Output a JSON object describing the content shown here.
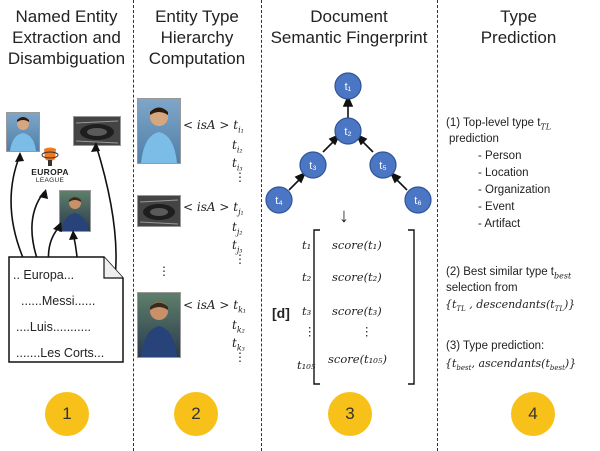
{
  "columns": [
    {
      "title_l1": "Named Entity",
      "title_l2": "Extraction and",
      "title_l3": "Disambiguation",
      "badge": "1"
    },
    {
      "title_l1": "Entity Type",
      "title_l2": "Hierarchy",
      "title_l3": "Computation",
      "badge": "2"
    },
    {
      "title_l1": "Document",
      "title_l2": "Semantic Fingerprint",
      "badge": "3"
    },
    {
      "title_l1": "Type",
      "title_l2": "Prediction",
      "badge": "4"
    }
  ],
  "col1": {
    "logo_l1": "EUROPA",
    "logo_l2": "LEAGUE",
    "doc_lines": [
      ".. Europa...",
      "......Messi......",
      "....Luis...........",
      ".......Les Corts..."
    ]
  },
  "col2": {
    "groups": [
      {
        "isa": "< isA >",
        "head": "t",
        "head_sub": "i₁",
        "subs": [
          "i₂",
          "i₃"
        ]
      },
      {
        "isa": "< isA >",
        "head": "t",
        "head_sub": "j₁",
        "subs": [
          "j₂",
          "j₃"
        ]
      },
      {
        "isa": "< isA >",
        "head": "t",
        "head_sub": "k₁",
        "subs": [
          "k₂",
          "k₃"
        ]
      }
    ],
    "t_symbol": "t",
    "dots": "⋮"
  },
  "col3": {
    "nodes": [
      "t₁",
      "t₂",
      "t₃",
      "t₅",
      "t₄",
      "t₆"
    ],
    "matrix_label": "[d]",
    "rows": [
      {
        "t": "t₁",
        "score": "score(t₁)"
      },
      {
        "t": "t₂",
        "score": "score(t₂)"
      },
      {
        "t": "t₃",
        "score": "score(t₃)"
      },
      {
        "t": "⋮",
        "score": "⋮"
      },
      {
        "t": "t₁₀₅",
        "score": "score(t₁₀₅)"
      }
    ],
    "arrow": "↓"
  },
  "col4": {
    "step1_l1": "(1) Top-level type t",
    "step1_sub": "TL",
    "step1_l2": "prediction",
    "types": [
      "- Person",
      "- Location",
      "- Organization",
      "- Event",
      "- Artifact"
    ],
    "step2_l1": "(2) Best similar type t",
    "step2_sub": "best",
    "step2_l2": "selection from",
    "step2_l3": "{t",
    "step2_l3_sub": "TL",
    "step2_l3_rest": " , descendants(t",
    "step2_l3_sub2": "TL",
    "step2_l3_end": ")}",
    "step3_l1": "(3) Type prediction:",
    "step3_l2": "{t",
    "step3_l2_sub": "best",
    "step3_l2_rest": ", ascendants(t",
    "step3_l2_sub2": "best",
    "step3_l2_end": ")}"
  }
}
